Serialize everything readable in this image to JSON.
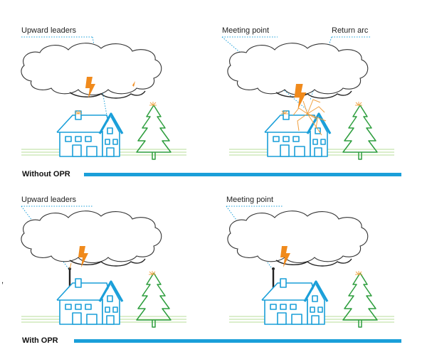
{
  "colors": {
    "house": "#1a9fd9",
    "tree": "#2e9e3e",
    "ground": "#b7dc9a",
    "bolt": "#f08a1c",
    "cloud_outline": "#333333",
    "leader_dots": "#1a9fd9",
    "section_bar": "#1a9fd9",
    "spark": "#f0a040"
  },
  "icons": [
    "cloud-icon",
    "lightning-bolt-icon",
    "house-icon",
    "tree-icon",
    "opr-mast-icon"
  ],
  "panels": {
    "top_left": {
      "annotations": [
        "Upward leaders"
      ]
    },
    "top_right": {
      "annotations": [
        "Meeting point",
        "Return arc"
      ]
    },
    "bottom_left": {
      "annotations": [
        "Upward leaders"
      ]
    },
    "bottom_right": {
      "annotations": [
        "Meeting point"
      ]
    }
  },
  "sections": {
    "without": "Without OPR",
    "with": "With OPR"
  },
  "stray_text": ","
}
